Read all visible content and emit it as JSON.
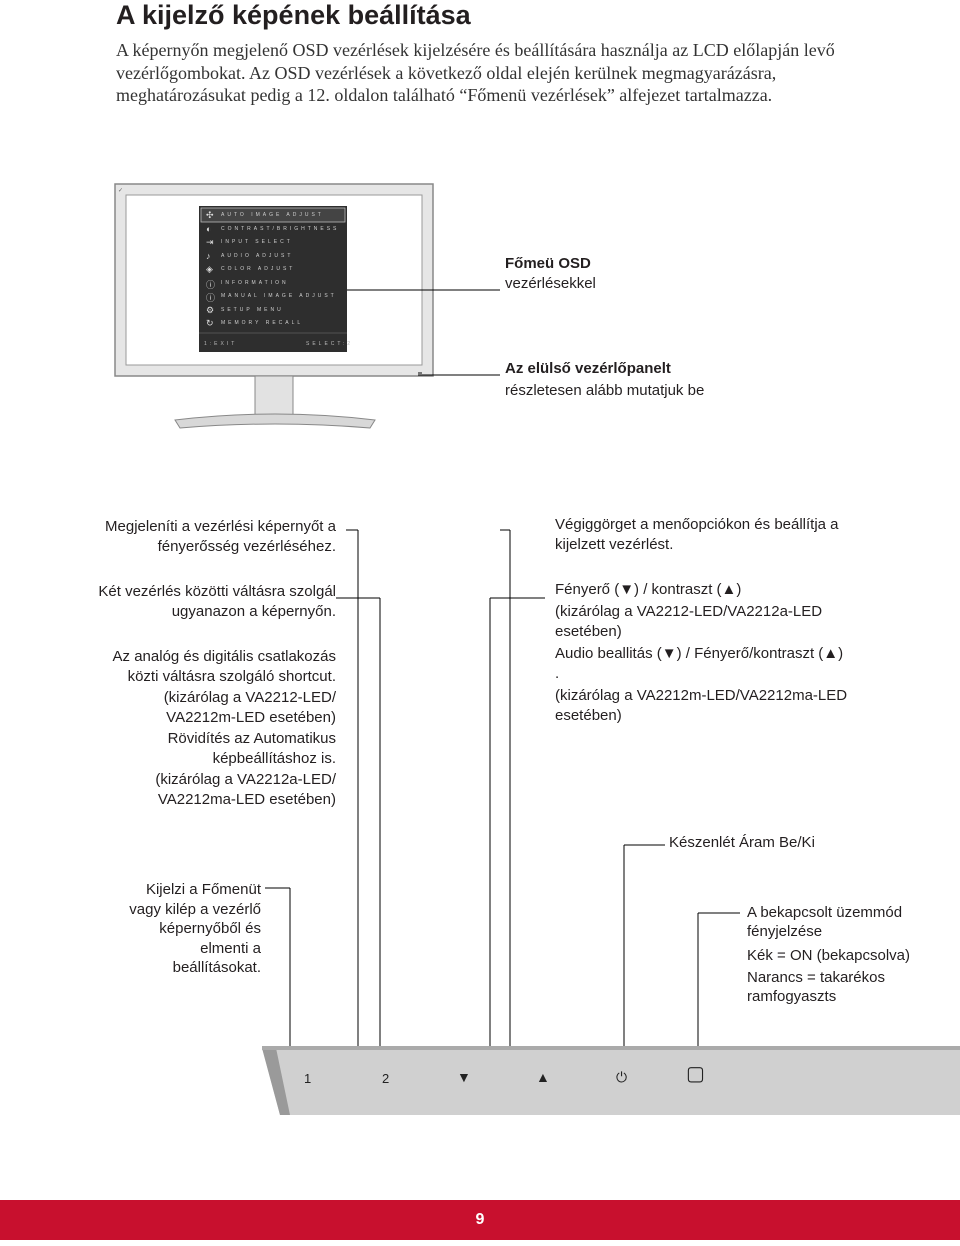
{
  "heading": "A kijelző képének beállítása",
  "intro": "A képernyőn megjelenő OSD vezérlések kijelzésére és beállítására használja az LCD előlapján levő vezérlőgombokat. Az OSD vezérlések a következő oldal elején kerülnek megmagyarázásra, meghatározásukat pedig a 12. oldalon található “Főmenü vezérlések” alfejezet tartalmazza.",
  "osd": {
    "items": [
      {
        "label": "AUTO IMAGE ADJUST",
        "icon": "auto-adjust-icon",
        "glyph": "✣"
      },
      {
        "label": "CONTRAST/BRIGHTNESS",
        "icon": "contrast-icon",
        "glyph": "◐"
      },
      {
        "label": "INPUT SELECT",
        "icon": "input-select-icon",
        "glyph": "⇥"
      },
      {
        "label": "AUDIO ADJUST",
        "icon": "audio-icon",
        "glyph": "♪"
      },
      {
        "label": "COLOR ADJUST",
        "icon": "color-icon",
        "glyph": "◈"
      },
      {
        "label": "INFORMATION",
        "icon": "info-icon",
        "glyph": "ⓘ"
      },
      {
        "label": "MANUAL IMAGE ADJUST",
        "icon": "manual-adjust-icon",
        "glyph": "ⓘ"
      },
      {
        "label": "SETUP MENU",
        "icon": "setup-icon",
        "glyph": "⚙"
      },
      {
        "label": "MEMORY RECALL",
        "icon": "memory-recall-icon",
        "glyph": "↻"
      }
    ],
    "exit": "1:EXIT",
    "select": "SELECT:2"
  },
  "callouts": {
    "osd_title": "Főmeü OSD",
    "osd_sub": "vezérlésekkel",
    "panel_title": "Az elülső vezérlőpanelt",
    "panel_sub": "részletesen alább mutatjuk be"
  },
  "left_labels": {
    "l1a": "Megjeleníti a vezérlési képernyőt a",
    "l1b": "fényerősség vezérléséhez.",
    "l2a": "Két vezérlés közötti váltásra szolgál",
    "l2b": "ugyanazon a képernyőn.",
    "l3a": "Az analóg és digitális csatlakozás",
    "l3b": "közti váltásra szolgáló shortcut.",
    "l3c": "(kizárólag a VA2212-LED/",
    "l3d": "VA2212m-LED esetében)",
    "l3e": "Rövidítés az Automatikus",
    "l3f": "képbeállításhoz is.",
    "l3g": "(kizárólag a VA2212a-LED/",
    "l3h": "VA2212ma-LED esetében)"
  },
  "right_labels": {
    "r1a": "Végiggörget a menőopciókon és beállítja a",
    "r1b": "kijelzett vezérlést.",
    "r2a": "Fényerő (▼) / kontraszt  (▲)",
    "r2b": "(kizárólag a VA2212-LED/VA2212a-LED",
    "r2c": "esetében)",
    "r2d": "Audio beallitás (▼) / Fényerő/kontraszt  (▲)",
    "r2e": ".",
    "r2f": "(kizárólag a VA2212m-LED/VA2212ma-LED",
    "r2g": "esetében)"
  },
  "standby": "Készenlét Áram Be/Ki",
  "menu_label": {
    "a": "Kijelzi a Főmenüt",
    "b": "vagy kilép a vezérlő",
    "c": "képernyőből és",
    "d": "elmenti a",
    "e": "beállításokat."
  },
  "led_label": {
    "a": "A bekapcsolt üzemmód",
    "b": "fényjelzése",
    "c": "Kék = ON (bekapcsolva)",
    "d": "Narancs = takarékos",
    "e": "ramfogyaszts"
  },
  "panel_buttons": {
    "b1": "1",
    "b2": "2",
    "down": "▼",
    "up": "▲",
    "power": "⏻",
    "square": "▢"
  },
  "page_number": "9",
  "colors": {
    "footer": "#c8102e",
    "text": "#231f20"
  }
}
